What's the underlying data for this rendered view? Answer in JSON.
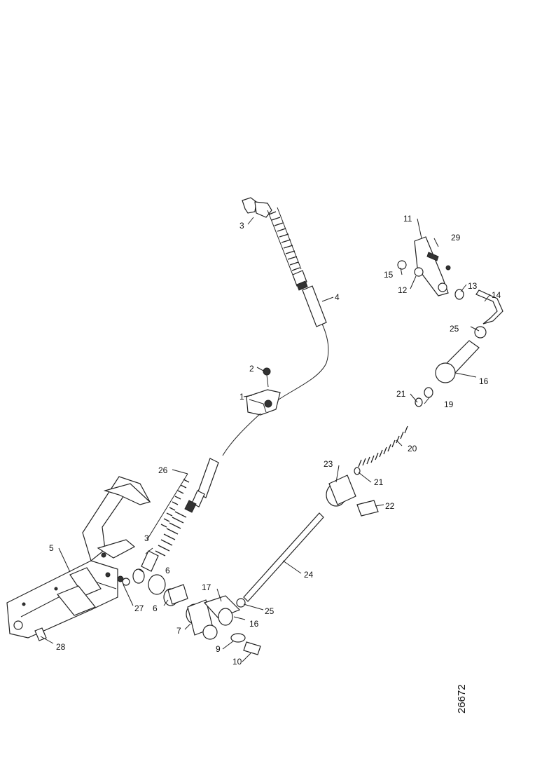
{
  "document_number": "26672",
  "parts": [
    {
      "id": "p1",
      "label": "1"
    },
    {
      "id": "p2",
      "label": "2"
    },
    {
      "id": "p3a",
      "label": "3"
    },
    {
      "id": "p3b",
      "label": "3"
    },
    {
      "id": "p4",
      "label": "4"
    },
    {
      "id": "p5",
      "label": "5"
    },
    {
      "id": "p6a",
      "label": "6"
    },
    {
      "id": "p6b",
      "label": "6"
    },
    {
      "id": "p7",
      "label": "7"
    },
    {
      "id": "p9",
      "label": "9"
    },
    {
      "id": "p10",
      "label": "10"
    },
    {
      "id": "p11",
      "label": "11"
    },
    {
      "id": "p12",
      "label": "12"
    },
    {
      "id": "p13",
      "label": "13"
    },
    {
      "id": "p14",
      "label": "14"
    },
    {
      "id": "p15a",
      "label": "15"
    },
    {
      "id": "p16a",
      "label": "16"
    },
    {
      "id": "p16b",
      "label": "16"
    },
    {
      "id": "p17",
      "label": "17"
    },
    {
      "id": "p19",
      "label": "19"
    },
    {
      "id": "p20",
      "label": "20"
    },
    {
      "id": "p21a",
      "label": "21"
    },
    {
      "id": "p21b",
      "label": "21"
    },
    {
      "id": "p22",
      "label": "22"
    },
    {
      "id": "p23",
      "label": "23"
    },
    {
      "id": "p24",
      "label": "24"
    },
    {
      "id": "p25a",
      "label": "25"
    },
    {
      "id": "p25b",
      "label": "25"
    },
    {
      "id": "p26",
      "label": "26"
    },
    {
      "id": "p27",
      "label": "27"
    },
    {
      "id": "p28",
      "label": "28"
    },
    {
      "id": "p29",
      "label": "29"
    }
  ]
}
